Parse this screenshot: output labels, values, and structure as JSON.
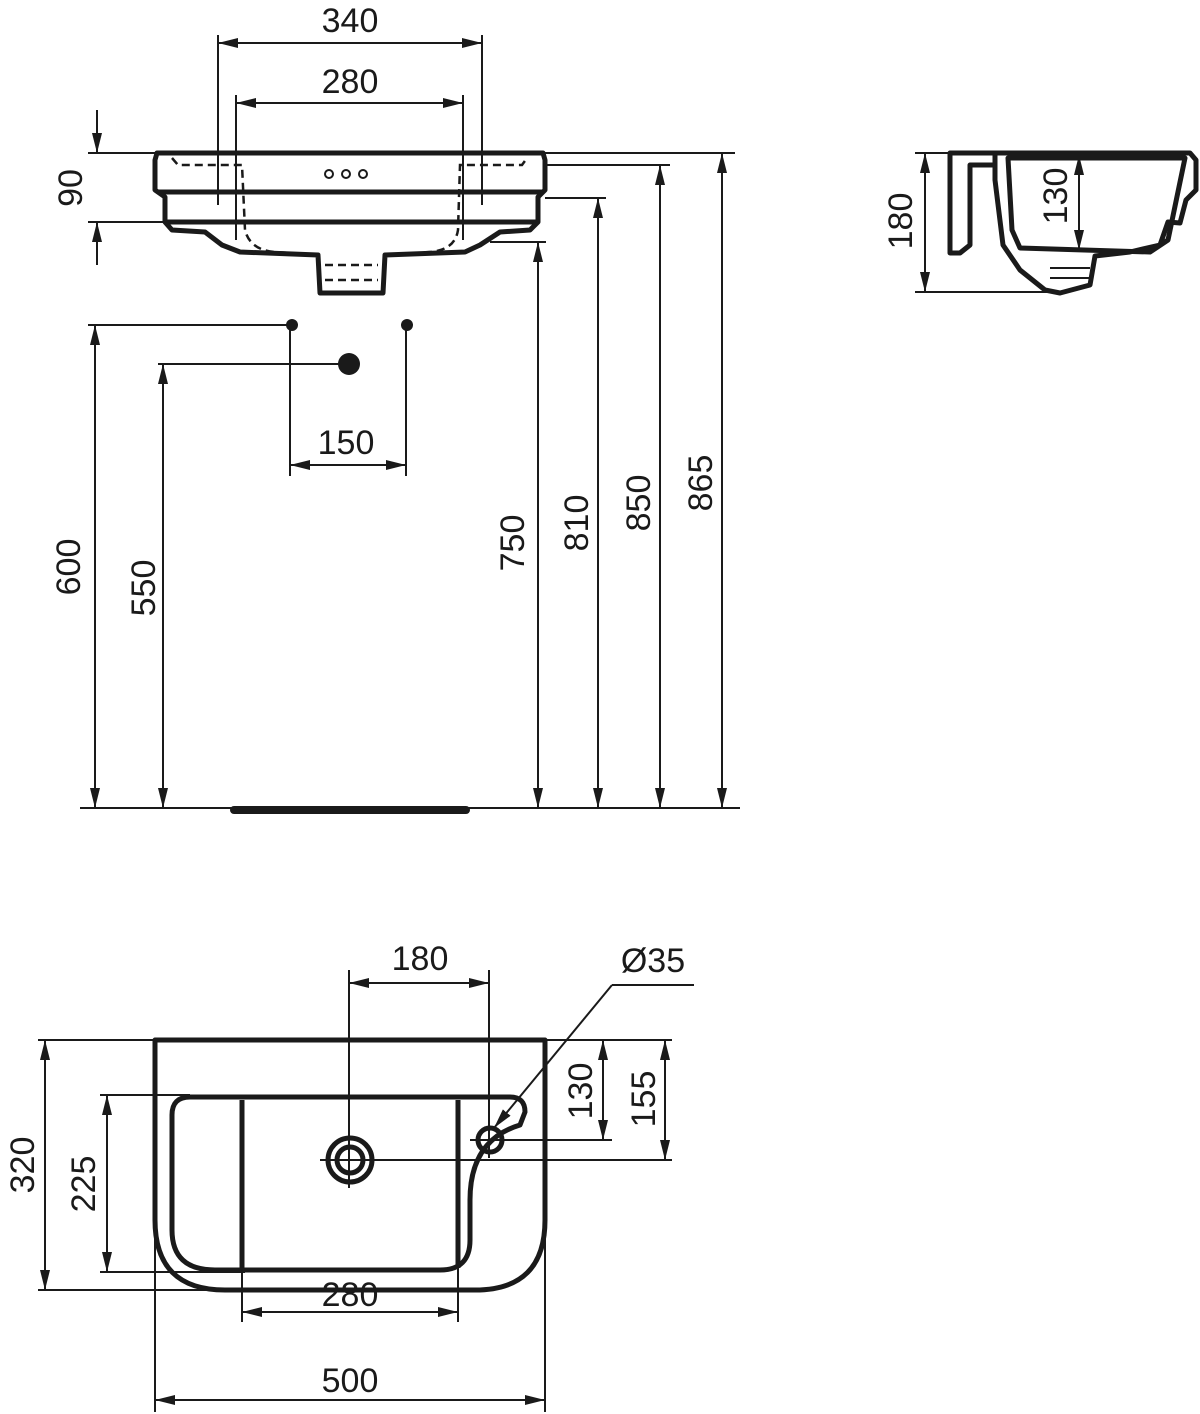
{
  "front_view": {
    "width_340": "340",
    "width_280": "280",
    "rim_height_90": "90",
    "tap_spacing_150": "150",
    "supply_height_600": "600",
    "waste_height_550": "550",
    "height_750": "750",
    "height_810": "810",
    "height_850": "850",
    "height_865": "865"
  },
  "side_view": {
    "depth_180": "180",
    "bowl_depth_130": "130"
  },
  "top_view": {
    "drain_offset_180": "180",
    "overflow_diameter": "Ø35",
    "depth_320": "320",
    "depth_225": "225",
    "hole_130": "130",
    "drain_155": "155",
    "bowl_width_280": "280",
    "total_width_500": "500"
  }
}
